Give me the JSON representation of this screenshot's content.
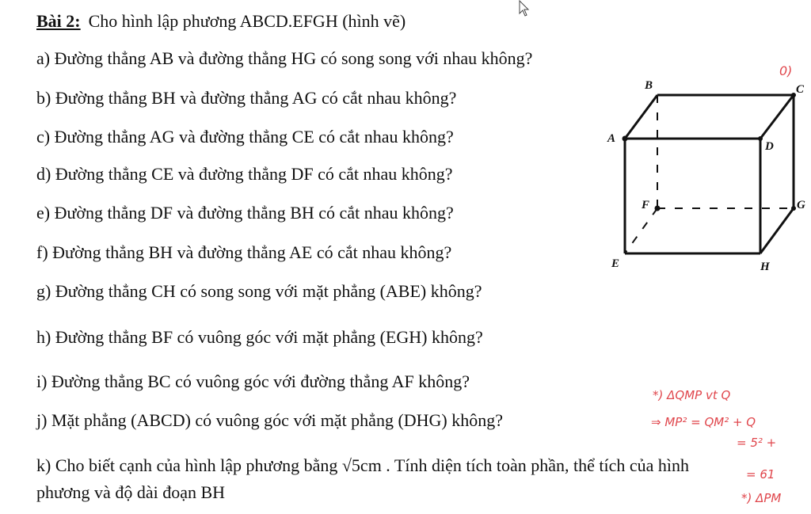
{
  "title": {
    "label": "Bài 2:",
    "text": "Cho hình lập phương ABCD.EFGH (hình vẽ)"
  },
  "questions": [
    "a) Đường thẳng AB và đường thẳng HG có song song với nhau không?",
    "b) Đường thẳng BH và đường thẳng AG có cắt nhau không?",
    "c) Đường thẳng AG và đường thẳng CE có cắt nhau không?",
    "d) Đường thẳng CE và đường thẳng DF có cắt nhau không?",
    "e) Đường thẳng DF và đường thẳng BH có cắt nhau không?",
    "f) Đường thẳng BH và đường thẳng AE có cắt nhau không?",
    "g) Đường thẳng CH có song song với mặt phẳng (ABE) không?",
    "h) Đường thẳng BF có vuông góc với mặt phẳng (EGH) không?",
    "i) Đường thẳng BC có vuông góc với đường thẳng AF không?",
    "j) Mặt phẳng (ABCD) có vuông góc với mặt phẳng (DHG) không?",
    "k) Cho biết cạnh của hình lập phương bằng √5cm . Tính diện tích toàn phần, thể tích của hình",
    "phương và độ dài đoạn BH"
  ],
  "figure": {
    "vertices": {
      "A": "A",
      "B": "B",
      "C": "C",
      "D": "D",
      "E": "E",
      "F": "F",
      "G": "G",
      "H": "H"
    }
  },
  "annotations": {
    "corner": "0)",
    "line1": "*) ΔQMP vt Q",
    "line2": "⇒ MP² = QM² + Q",
    "line3": "= 5² +",
    "line4": "= 61",
    "line5": "*) ΔPM"
  }
}
